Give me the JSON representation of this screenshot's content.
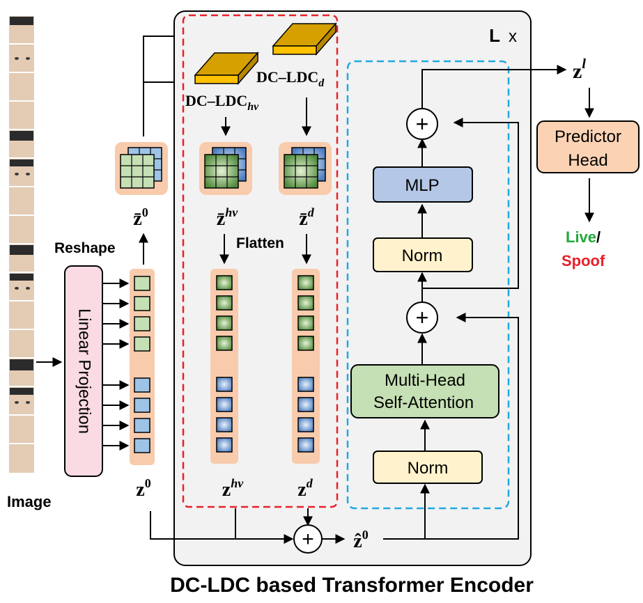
{
  "image_label": "Image",
  "linear_projection": "Linear Projection",
  "reshape": "Reshape",
  "flatten": "Flatten",
  "z0_bar": "z̄",
  "z0_sup": "0",
  "z0": "z",
  "zhv_bar": "z̄",
  "hv_sup": "hv",
  "zd_bar": "z̄",
  "d_sup": "d",
  "zhv": "z",
  "zd": "z",
  "zhat0": "ẑ",
  "zl": "z",
  "l_sup": "l",
  "dc_ldc_hv": "DC–LDC",
  "hv_sub": "hv",
  "dc_ldc_d": "DC–LDC",
  "d_sub": "d",
  "L_x": "L",
  "x_mark": "x",
  "mlp": "MLP",
  "norm_top": "Norm",
  "mhsa_line1": "Multi-Head",
  "mhsa_line2": "Self-Attention",
  "norm_bottom": "Norm",
  "predictor_line1": "Predictor",
  "predictor_line2": "Head",
  "live": "Live",
  "slash": "/",
  "spoof": "Spoof",
  "caption": "DC-LDC based Transformer Encoder",
  "colors": {
    "red_dash": "#e8202a",
    "blue_dash": "#1fa8e0",
    "predictor_fill": "#fbd3b4",
    "mlp_fill": "#b4c7e7",
    "norm_fill": "#fff2cc",
    "mhsa_fill": "#c5e0b4",
    "proj_fill": "#fadbe3",
    "token_fill": "#f8cbad",
    "live": "#22a838",
    "spoof": "#e8202a"
  }
}
